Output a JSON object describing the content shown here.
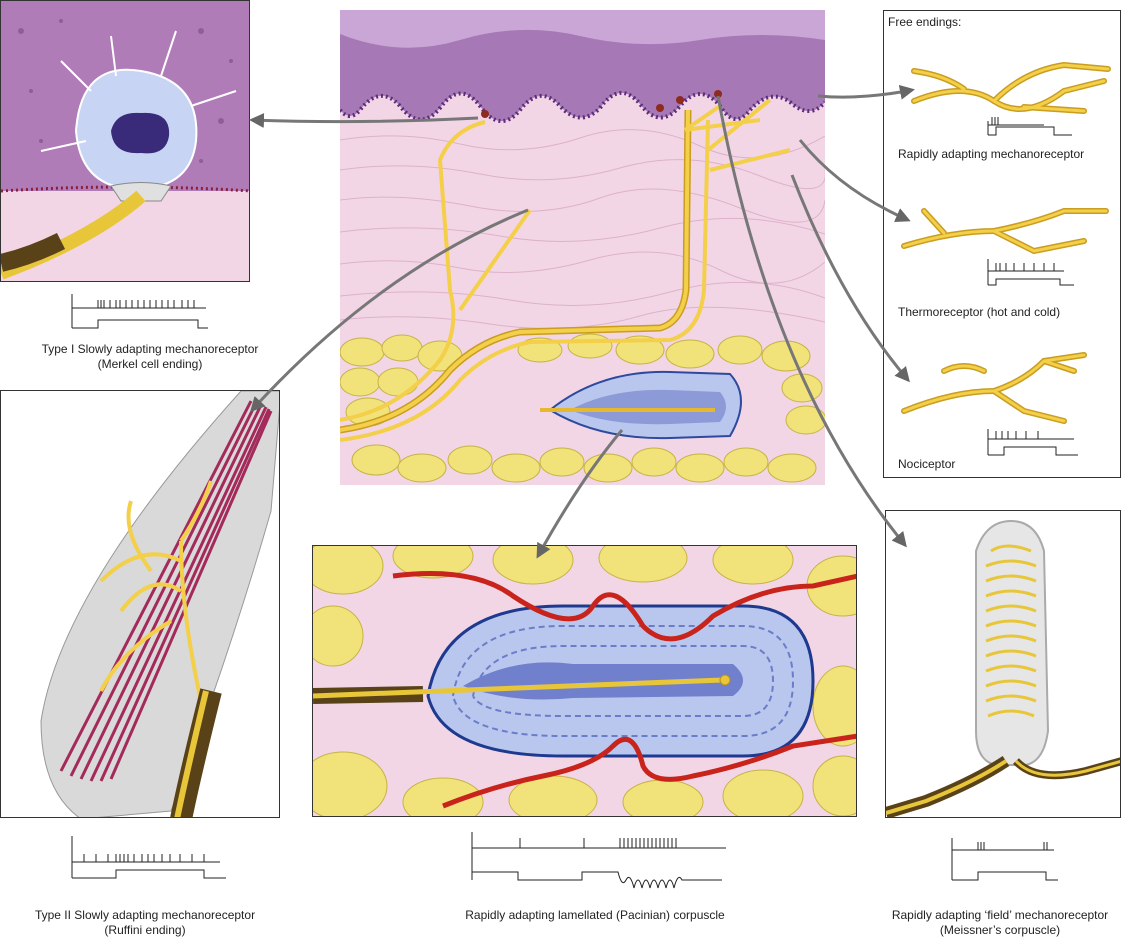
{
  "labels": {
    "free_endings_title": "Free endings:",
    "free_rapid": "Rapidly adapting mechanoreceptor",
    "free_thermo": "Thermoreceptor (hot and cold)",
    "free_noci": "Nociceptor",
    "merkel_line1": "Type I Slowly adapting mechanoreceptor",
    "merkel_line2": "(Merkel cell ending)",
    "ruffini_line1": "Type II Slowly adapting mechanoreceptor",
    "ruffini_line2": "(Ruffini ending)",
    "pacinian_line1": "Rapidly adapting lamellated (Pacinian) corpuscle",
    "meissner_line1": "Rapidly adapting ‘field’ mechanoreceptor",
    "meissner_line2": "(Meissner’s corpuscle)"
  },
  "colors": {
    "epidermis": "#a678b6",
    "dermis": "#f2d6e6",
    "nerve": "#f3cf4a",
    "fat": "#f1e27a",
    "capsule_blue": "#6f7fcb",
    "vessel": "#c8241c",
    "sheath": "#5a4218"
  }
}
